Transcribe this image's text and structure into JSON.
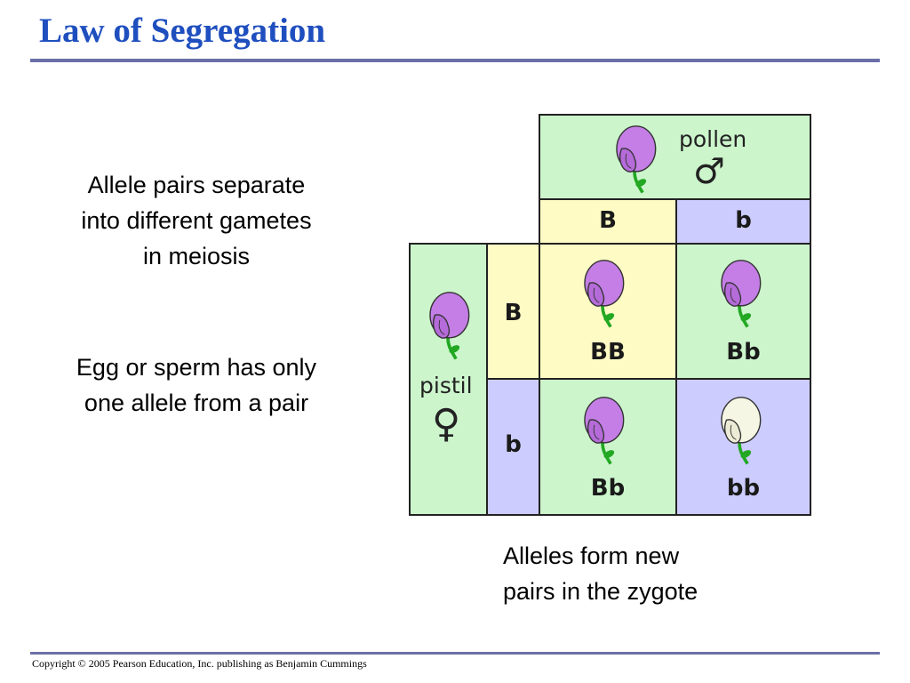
{
  "title": "Law of Segregation",
  "text": {
    "block1": [
      "Allele pairs separate",
      "into different gametes",
      "in meiosis"
    ],
    "block2": [
      "Egg or sperm has only",
      "one allele from a pair"
    ],
    "block3": [
      "Alleles form new",
      "pairs in the zygote"
    ]
  },
  "copyright": "Copyright © 2005 Pearson Education, Inc. publishing as Benjamin Cummings",
  "punnett": {
    "pollen_label": "pollen",
    "pollen_symbol": "♂",
    "pistil_label": "pistil",
    "pistil_symbol": "♀",
    "top_alleles": [
      "B",
      "b"
    ],
    "left_alleles": [
      "B",
      "b"
    ],
    "genotypes": [
      "BB",
      "Bb",
      "Bb",
      "bb"
    ],
    "colors": {
      "green": "#ccf5cc",
      "yellow": "#fffbc4",
      "blue": "#ccccff",
      "purple_flower": "#c47ee6",
      "white_flower": "#f6f6e4",
      "stem": "#22a822"
    }
  }
}
